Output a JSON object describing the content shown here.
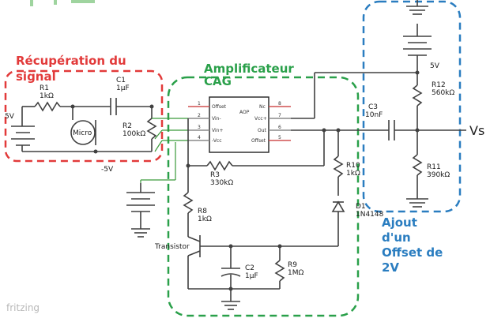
{
  "regions": {
    "recup_line1": "Récupération  du",
    "recup_line2": "signal",
    "cag_line1": "Amplificateur",
    "cag_line2": "CAG",
    "offset_line1": "Ajout",
    "offset_line2": "d'un",
    "offset_line3": "Offset de",
    "offset_line4": "2V"
  },
  "components": {
    "r1_name": "R1",
    "r1_value": "1kΩ",
    "c1_name": "C1",
    "c1_value": "1µF",
    "r2_name": "R2",
    "r2_value": "100kΩ",
    "micro": "Micro",
    "v_pos": "5V",
    "v_neg": "-5V",
    "aop": "AOP",
    "pin_offset_l": "Offset",
    "pin_vin_m": "Vin-",
    "pin_vin_p": "Vin+",
    "pin_vcc_m": "-Vcc",
    "pin_nc": "Nc",
    "pin_vcc_p": "Vcc+",
    "pin_out": "Out",
    "pin_offset_r": "Offset",
    "pin_1": "1",
    "pin_2": "2",
    "pin_3": "3",
    "pin_4": "4",
    "pin_5": "5",
    "pin_6": "6",
    "pin_7": "7",
    "pin_8": "8",
    "r3_name": "R3",
    "r3_value": "330kΩ",
    "r8_name": "R8",
    "r8_value": "1kΩ",
    "transistor": "Transistor",
    "c2_name": "C2",
    "c2_value": "1µF",
    "r9_name": "R9",
    "r9_value": "1MΩ",
    "r10_name": "R10",
    "r10_value": "1kΩ",
    "d1_name": "D1",
    "d1_value": "1N4148",
    "c3_name": "C3",
    "c3_value": "10nF",
    "v_offset": "5V",
    "r12_name": "R12",
    "r12_value": "560kΩ",
    "r11_name": "R11",
    "r11_value": "390kΩ",
    "vs": "Vs"
  },
  "watermark": "fritzing",
  "colors": {
    "red_region": "#e23a3a",
    "green_region": "#2aa04a",
    "blue_region": "#2a7dc0",
    "wire": "#404040"
  }
}
